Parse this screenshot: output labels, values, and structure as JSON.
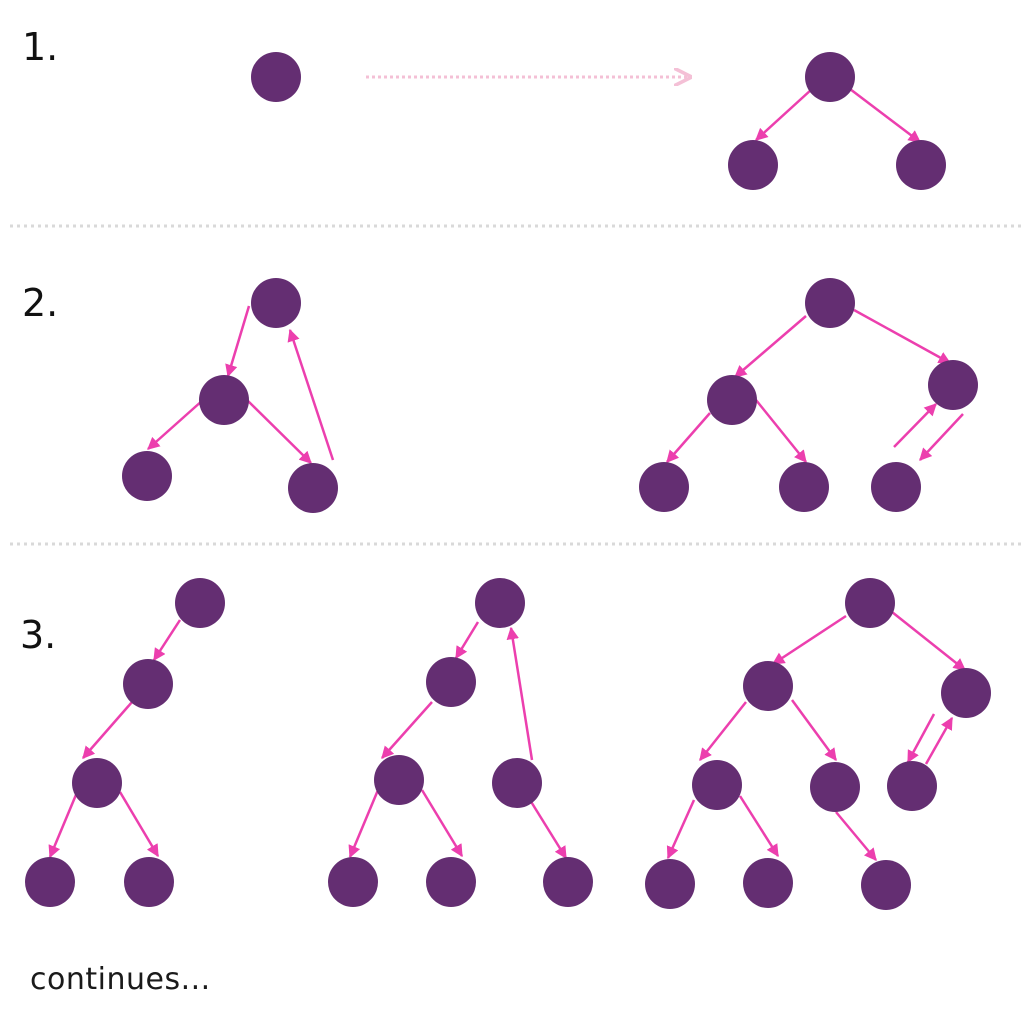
{
  "colors": {
    "node": "#642e72",
    "edge": "#ec3fae",
    "divider": "#d9d9d9",
    "transition": "#f4c0d6"
  },
  "steps": [
    {
      "label": "1."
    },
    {
      "label": "2."
    },
    {
      "label": "3."
    }
  ],
  "footer": {
    "text": "continues..."
  }
}
